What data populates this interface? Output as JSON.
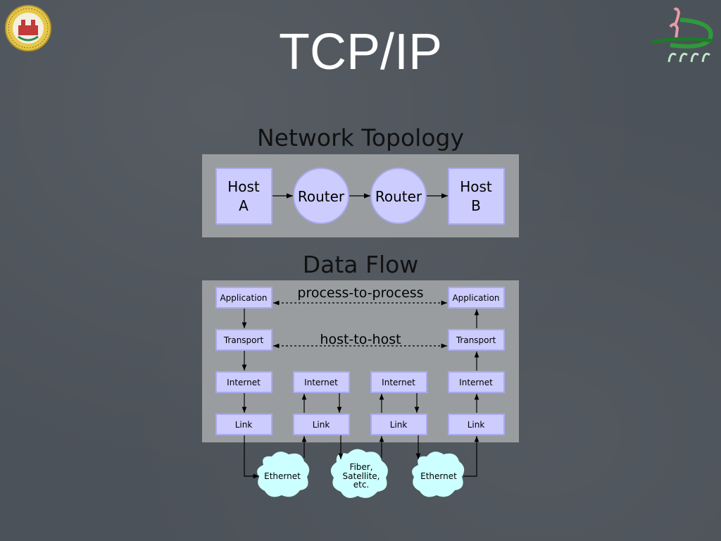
{
  "slide": {
    "title": "TCP/IP"
  },
  "topology": {
    "title": "Network Topology",
    "nodes": [
      {
        "lines": [
          "Host",
          "A"
        ],
        "shape": "rect"
      },
      {
        "lines": [
          "Router"
        ],
        "shape": "circle"
      },
      {
        "lines": [
          "Router"
        ],
        "shape": "circle"
      },
      {
        "lines": [
          "Host",
          "B"
        ],
        "shape": "rect"
      }
    ]
  },
  "dataflow": {
    "title": "Data Flow",
    "left_stack": [
      "Application",
      "Transport",
      "Internet",
      "Link"
    ],
    "right_stack": [
      "Application",
      "Transport",
      "Internet",
      "Link"
    ],
    "router1_stack": [
      "Internet",
      "Link"
    ],
    "router2_stack": [
      "Internet",
      "Link"
    ],
    "labels": {
      "process": "process-to-process",
      "host": "host-to-host"
    },
    "clouds": [
      {
        "lines": [
          "Ethernet"
        ]
      },
      {
        "lines": [
          "Fiber,",
          "Satellite,",
          "etc."
        ]
      },
      {
        "lines": [
          "Ethernet"
        ]
      }
    ]
  },
  "colors": {
    "background": "#4c5259",
    "panel": "#9a9d9f",
    "node_fill": "#ccccff",
    "node_stroke": "#aaaaee",
    "cloud_fill": "#ccffff"
  }
}
